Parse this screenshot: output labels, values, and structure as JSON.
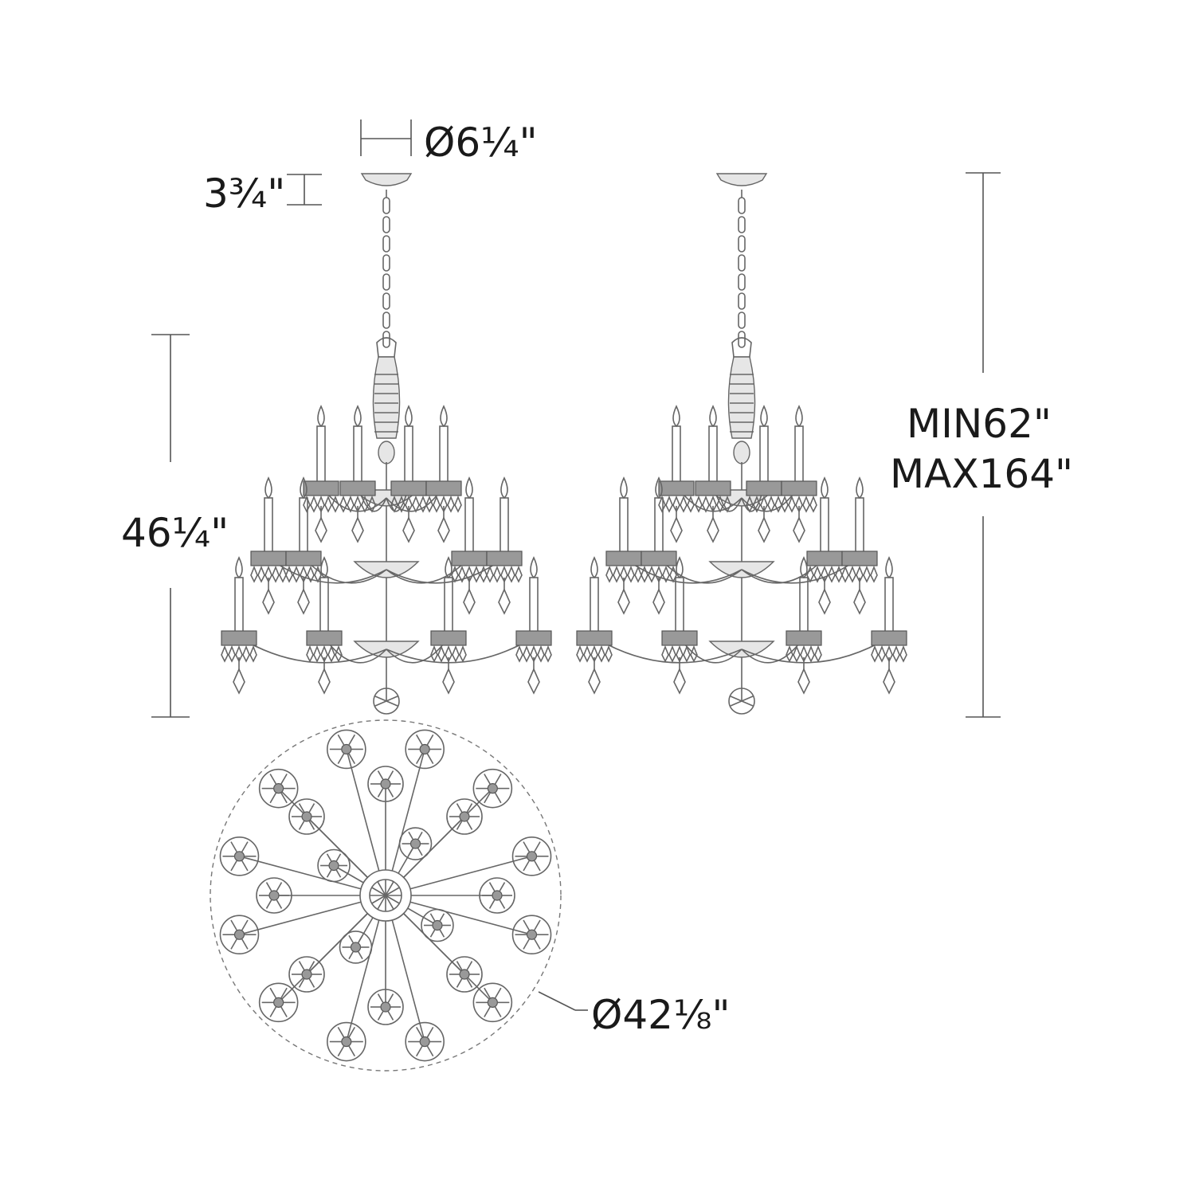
{
  "dimensions": {
    "canopy_diameter": "Ø6¼\"",
    "canopy_height": "3¾\"",
    "fixture_height": "46¼\"",
    "overall_min": "MIN62\"",
    "overall_max": "MAX164\"",
    "fixture_diameter": "Ø42⅛\""
  }
}
